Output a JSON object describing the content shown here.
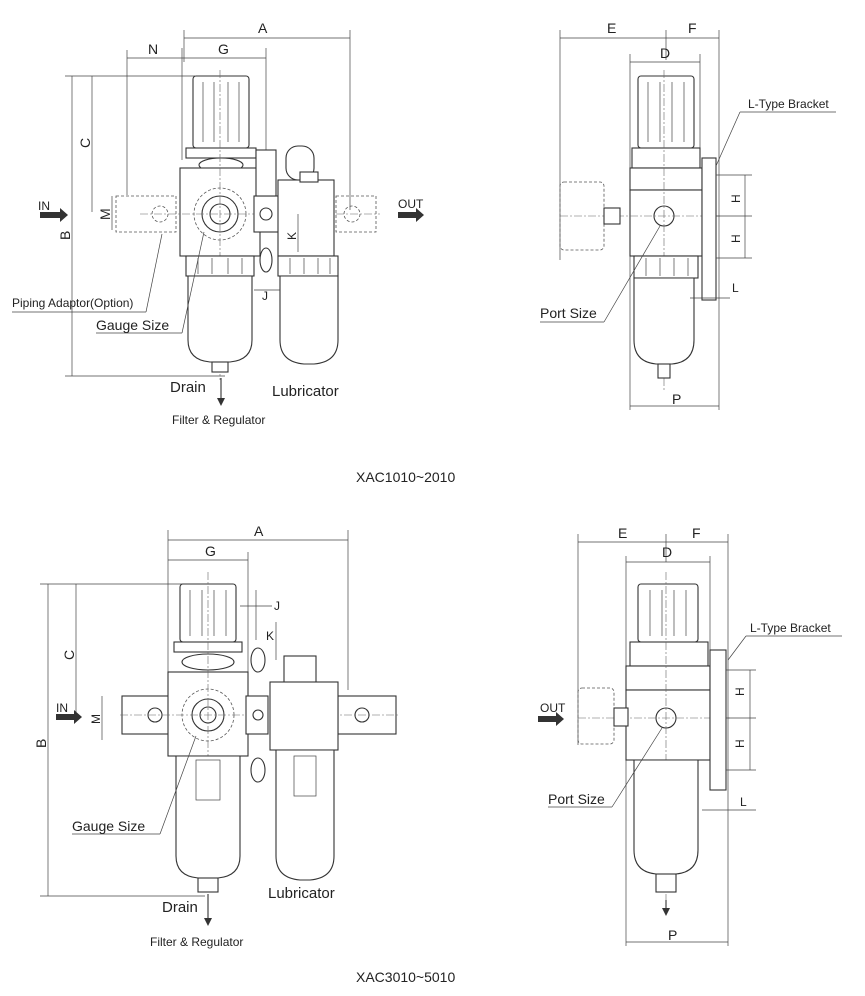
{
  "top": {
    "model": "XAC1010~2010",
    "front": {
      "dims": {
        "A": "A",
        "N": "N",
        "G": "G",
        "C": "C",
        "B": "B",
        "M": "M",
        "K": "K",
        "J": "J"
      },
      "in_label": "IN",
      "out_label": "OUT",
      "piping_adaptor": "Piping Adaptor(Option)",
      "gauge_size": "Gauge Size",
      "drain": "Drain",
      "lubricator": "Lubricator",
      "filter_regulator": "Filter & Regulator"
    },
    "side": {
      "dims": {
        "E": "E",
        "F": "F",
        "D": "D",
        "H1": "H",
        "H2": "H",
        "L": "L",
        "P": "P"
      },
      "bracket": "L-Type Bracket",
      "port_size": "Port Size"
    }
  },
  "bottom": {
    "model": "XAC3010~5010",
    "front": {
      "dims": {
        "A": "A",
        "G": "G",
        "J": "J",
        "K": "K",
        "C": "C",
        "B": "B",
        "M": "M"
      },
      "in_label": "IN",
      "gauge_size": "Gauge Size",
      "drain": "Drain",
      "lubricator": "Lubricator",
      "filter_regulator": "Filter & Regulator"
    },
    "side": {
      "dims": {
        "E": "E",
        "F": "F",
        "D": "D",
        "H1": "H",
        "H2": "H",
        "L": "L",
        "P": "P"
      },
      "bracket": "L-Type Bracket",
      "port_size": "Port Size",
      "out_label": "OUT"
    }
  }
}
